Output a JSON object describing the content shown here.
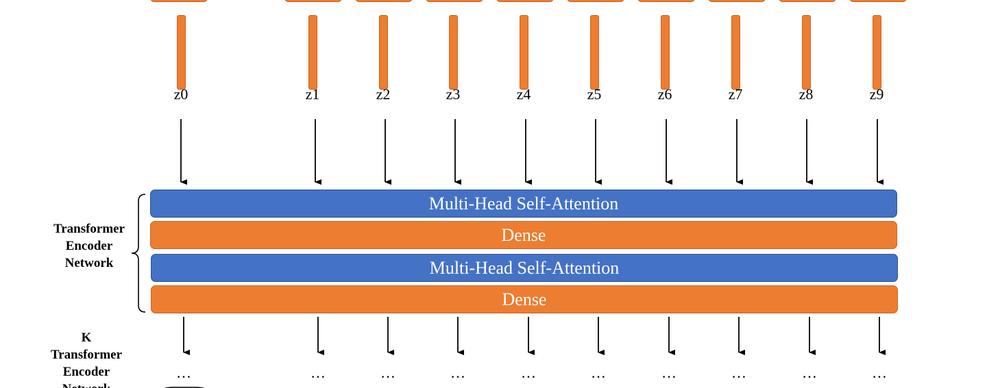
{
  "tokens": [
    {
      "label": "z0"
    },
    {
      "label": "z1"
    },
    {
      "label": "z2"
    },
    {
      "label": "z3"
    },
    {
      "label": "z4"
    },
    {
      "label": "z5"
    },
    {
      "label": "z6"
    },
    {
      "label": "z7"
    },
    {
      "label": "z8"
    },
    {
      "label": "z9"
    }
  ],
  "encoder": {
    "label_line1": "Transformer",
    "label_line2": "Encoder",
    "label_line3": "Network",
    "layers": [
      {
        "type": "attention",
        "label": "Multi-Head Self-Attention"
      },
      {
        "type": "dense",
        "label": "Dense"
      },
      {
        "type": "attention",
        "label": "Multi-Head Self-Attention"
      },
      {
        "type": "dense",
        "label": "Dense"
      }
    ]
  },
  "repeat": {
    "label_line1": "K",
    "label_line2": "Transformer",
    "label_line3": "Encoder",
    "label_line4": "Network",
    "ellipsis": "…"
  },
  "colors": {
    "attention": "#4472C4",
    "dense": "#ED7D31",
    "token": "#ED7D31",
    "arrow": "#000000"
  }
}
